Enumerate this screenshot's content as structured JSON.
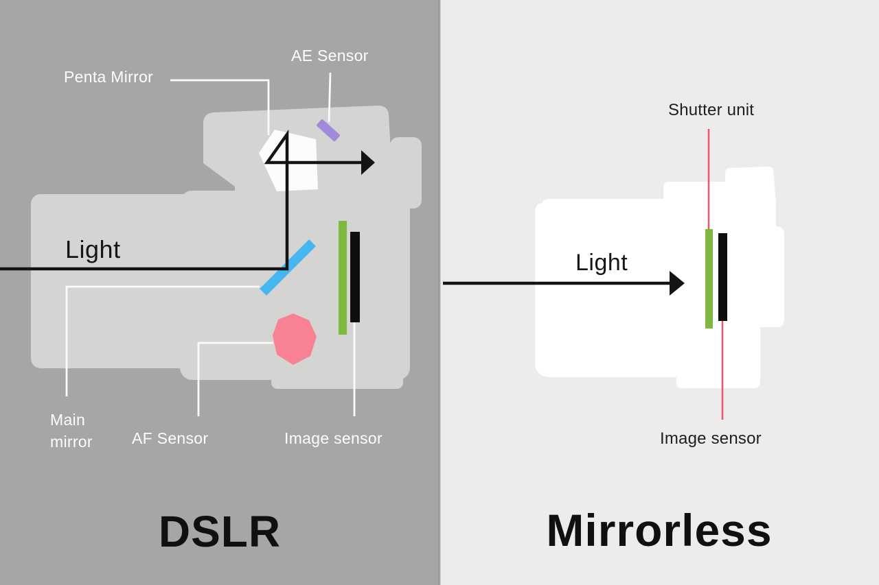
{
  "panels": {
    "dslr": {
      "title": "DSLR",
      "light_label": "Light",
      "labels": {
        "penta_mirror": "Penta Mirror",
        "ae_sensor": "AE Sensor",
        "main_mirror_line1": "Main",
        "main_mirror_line2": "mirror",
        "af_sensor": "AF Sensor",
        "image_sensor": "Image sensor"
      }
    },
    "mirrorless": {
      "title": "Mirrorless",
      "light_label": "Light",
      "labels": {
        "shutter_unit": "Shutter unit",
        "image_sensor": "Image sensor"
      }
    }
  },
  "colors": {
    "left_bg": "#a6a6a5",
    "left_body": "#d4d4d3",
    "right_bg": "#edeceb",
    "right_body": "#ffffff",
    "divider": "#8a8a8a",
    "penta_mirror_white": "#fcfcfc",
    "ae_sensor_purple": "#a289da",
    "main_mirror_blue": "#47b5f0",
    "shutter_green": "#7cb93e",
    "image_sensor_black": "#0e0e0e",
    "af_sensor_pink": "#f98194",
    "light_path_black": "#141414",
    "leader_white": "#fbfbfb",
    "leader_red": "#f2546f"
  }
}
